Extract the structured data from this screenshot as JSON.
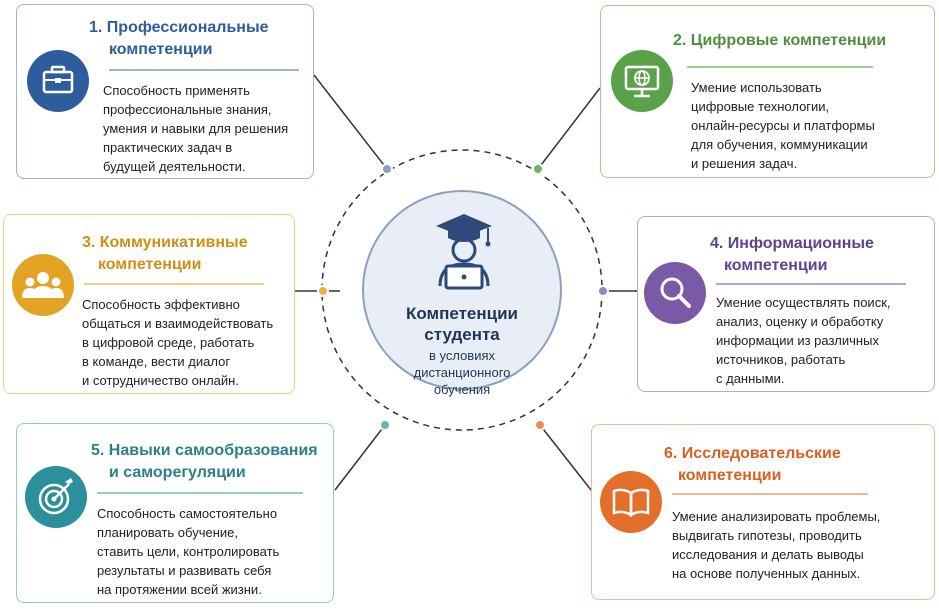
{
  "colors": {
    "blue": "#2e5d9e",
    "green": "#5aa24a",
    "yellow": "#e3a325",
    "purple": "#7a5aa6",
    "teal": "#2e8f9c",
    "orange": "#e46f2b",
    "center": "#1f3557"
  },
  "center": {
    "title_line1": "Компетенции",
    "title_line2": "студента",
    "sub_line1": "в условиях",
    "sub_line2": "дистанционного",
    "sub_line3": "обучения",
    "icon": "student-laptop-icon"
  },
  "cards": [
    {
      "title1": "1. Профессиональные",
      "title2": "компетенции",
      "icon": "briefcase-icon",
      "desc": "Способность применять\nпрофессиональные знания,\nумения и навыки для решения\nпрактических задач в\nбудущей деятельности."
    },
    {
      "title1": "2. Цифровые компетенции",
      "title2": "",
      "icon": "monitor-globe-icon",
      "desc": "Умение использовать\nцифровые технологии,\nонлайн-ресурсы и платформы\nдля обучения, коммуникации\nи решения задач."
    },
    {
      "title1": "3. Коммуникативные",
      "title2": "компетенции",
      "icon": "people-group-icon",
      "desc": "Способность эффективно\nобщаться и взаимодействовать\nв цифровой среде, работать\nв команде, вести диалог\nи сотрудничество онлайн."
    },
    {
      "title1": "4. Информационные",
      "title2": "компетенции",
      "icon": "magnifier-icon",
      "desc": "Умение осуществлять поиск,\nанализ, оценку и обработку\nинформации из различных\nисточников, работать\nс данными."
    },
    {
      "title1": "5. Навыки самообразования",
      "title2": "и саморегуляции",
      "icon": "target-icon",
      "desc": "Способность самостоятельно\nпланировать обучение,\nставить цели, контролировать\nрезультаты и развивать себя\nна протяжении всей жизни."
    },
    {
      "title1": "6. Исследовательские",
      "title2": "компетенции",
      "icon": "open-book-icon",
      "desc": "Умение анализировать проблемы,\nвыдвигать гипотезы, проводить\nисследования и делать выводы\nна основе полученных данных."
    }
  ]
}
